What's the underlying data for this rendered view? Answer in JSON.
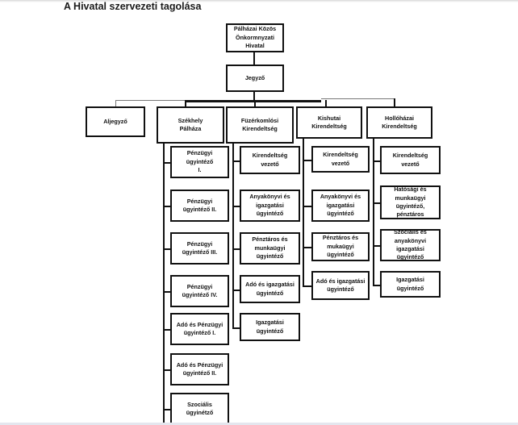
{
  "title": "A Hivatal szervezeti tagolása",
  "root": {
    "label": "Pálházai Közös\nÖnkormnyzati Hivatal"
  },
  "notary": {
    "label": "Jegyző"
  },
  "deputy": {
    "label": "Aljegyző"
  },
  "units": [
    {
      "label": "Székhely\nPálháza",
      "staff": [
        "Pénzügyi ügyintéző\nI.",
        "Pénzügyi ügyintéző II.",
        "Pénzügyi ügyintéző III.",
        "Pénzügyi ügyintéző IV.",
        "Adó és Pénzügyi\nügyintéző I.",
        "Adó és Pénzügyi\nügyintéző II.",
        "Szociális ügyinétző"
      ]
    },
    {
      "label": "Füzérkomlósi\nKirendeltség",
      "staff": [
        "Kirendeltség vezető",
        "Anyakönyvi és\nigazgatási ügyintéző",
        "Pénztáros és\nmunkaügyi ügyintéző",
        "Adó és igazgatási\nügyintéző",
        "Igazgatási ügyintéző"
      ]
    },
    {
      "label": "Kishutai\nKirendeltség",
      "staff": [
        "Kirendeltség vezető",
        "Anyakönyvi és\nigazgatási ügyintéző",
        "Pénztáros és\nmukaügyi ügyintéző",
        "Adó és igazgatási\nügyintéző"
      ]
    },
    {
      "label": "Hollóházai\nKirendeltség",
      "staff": [
        "Kirendeltség vezető",
        "Hatósági és\nmunkaügyi\nügyintéző, pénztáros",
        "Szociális és\nanyakönyvi igazgatási\nügyintéző",
        "Igazgatási ügyintéző"
      ]
    }
  ]
}
